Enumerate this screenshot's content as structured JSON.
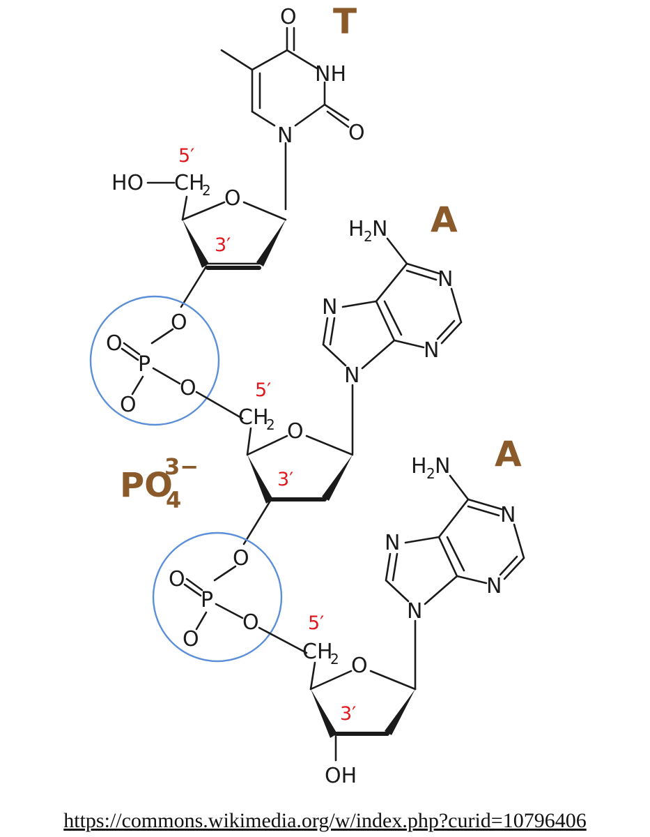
{
  "bases": {
    "thymine": "T",
    "adenine_1": "A",
    "adenine_2": "A"
  },
  "phosphate_ion": {
    "base": "PO",
    "subscript": "4",
    "charge": "3−"
  },
  "primes": {
    "five": "5′",
    "three": "3′"
  },
  "atoms": {
    "O": "O",
    "N": "N",
    "NH": "NH",
    "P": "P",
    "HO": "HO",
    "OH": "OH",
    "CH": "CH",
    "H": "H",
    "sub2": "2"
  },
  "colors": {
    "base_label": "#8a5a2b",
    "prime_label": "#e0191f",
    "phosphate_circle": "#5b8fd8"
  },
  "source_url": "https://commons.wikimedia.org/w/index.php?curid=10796406"
}
